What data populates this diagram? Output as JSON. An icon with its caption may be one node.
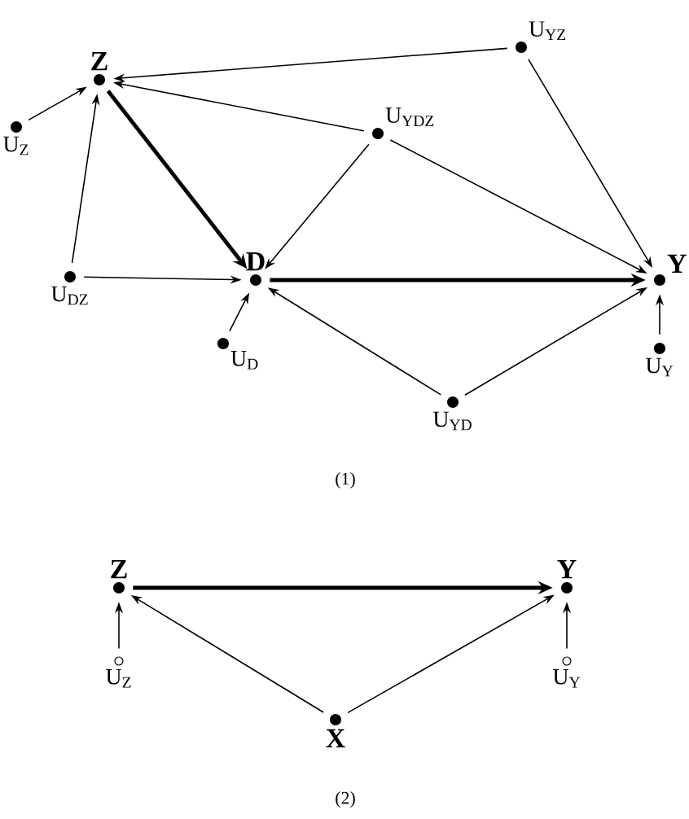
{
  "diagram": {
    "nodes": [
      {
        "text": [
          "Z"
        ]
      },
      {
        "text": [
          "U$_{YZ}$"
        ]
      },
      {
        "text": [
          "U$_{Z}$"
        ]
      },
      {
        "text": [
          "U$_{YDZ}$"
        ]
      },
      {
        "text": [
          "D"
        ]
      },
      {
        "text": [
          "U$_{DZ}$"
        ]
      },
      {
        "text": [
          "Y"
        ]
      },
      {
        "text": [
          "U$_{D}$"
        ]
      },
      {
        "text": [
          "U$_{YD}$"
        ]
      },
      {
        "text": [
          "U$_{Y}$"
        ]
      },
      {
        "text": [
          "Z"
        ]
      },
      {
        "text": [
          "Y"
        ]
      },
      {
        "text": [
          "U$_{Z}$"
        ]
      },
      {
        "text": [
          "U$_{Y}$"
        ]
      },
      {
        "text": [
          "X"
        ]
      }
    ],
    "edges": [
      {
        "from": 1,
        "to": 0,
        "arrow": "to"
      },
      {
        "from": 2,
        "to": 0,
        "arrow": "to"
      },
      {
        "from": 5,
        "to": 0,
        "arrow": "to"
      },
      {
        "from": 3,
        "to": 0,
        "arrow": "to"
      },
      {
        "from": 0,
        "to": 4,
        "arrow": "to",
        "style": "thick"
      },
      {
        "from": 3,
        "to": 4,
        "arrow": "to"
      },
      {
        "from": 3,
        "to": 6,
        "arrow": "to"
      },
      {
        "from": 1,
        "to": 6,
        "arrow": "to"
      },
      {
        "from": 5,
        "to": 4,
        "arrow": "to"
      },
      {
        "from": 4,
        "to": 6,
        "arrow": "to",
        "style": "thick"
      },
      {
        "from": 7,
        "to": 4,
        "arrow": "to"
      },
      {
        "from": 8,
        "to": 4,
        "arrow": "to"
      },
      {
        "from": 8,
        "to": 6,
        "arrow": "to"
      },
      {
        "from": 9,
        "to": 6,
        "arrow": "to"
      },
      {
        "from": 10,
        "to": 11,
        "arrow": "to",
        "style": "thick"
      },
      {
        "from": 12,
        "to": 10,
        "arrow": "to"
      },
      {
        "from": 13,
        "to": 11,
        "arrow": "to"
      },
      {
        "from": 14,
        "to": 10,
        "arrow": "to"
      },
      {
        "from": 14,
        "to": 11,
        "arrow": "to"
      }
    ],
    "labels": [
      "(1)",
      "(2)"
    ]
  }
}
